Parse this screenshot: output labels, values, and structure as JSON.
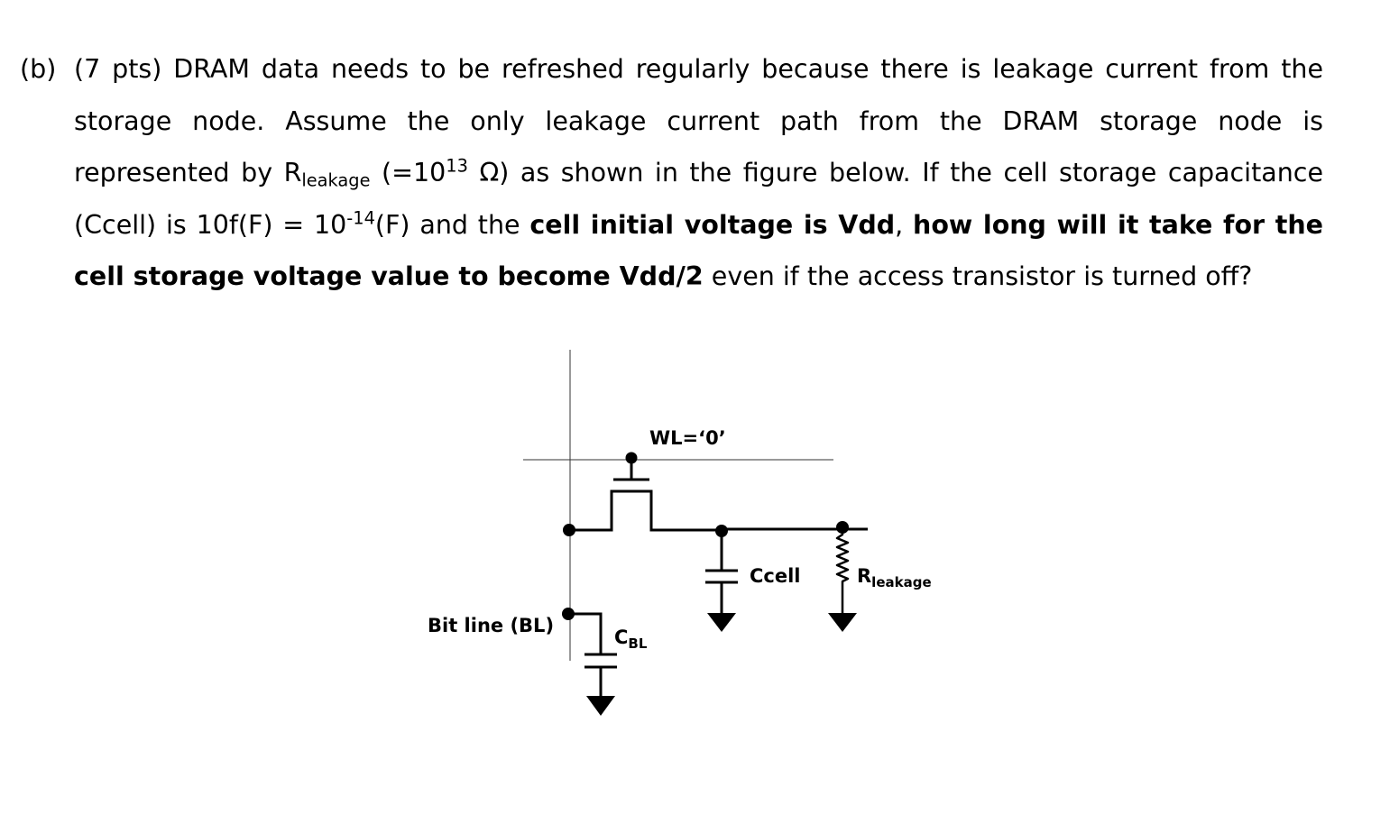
{
  "problem": {
    "label": "(b)",
    "points": "(7 pts)",
    "text_1": "DRAM data needs to be refreshed regularly because there is leakage current from the storage node. Assume the only leakage current path from the DRAM storage node is represented by R",
    "r_sub": "leakage",
    "text_2": " (=10",
    "r_exp": "13",
    "text_3": " Ω) as shown in the figure below. If the cell storage capacitance (Ccell) is 10f(F) = 10",
    "c_exp": "-14",
    "text_4": "(F) and the ",
    "bold_1": "cell initial voltage is Vdd",
    "text_5": ", ",
    "bold_2": "how long will it take for the cell storage voltage value to become Vdd/2",
    "text_6": " even if the access transistor is turned off?"
  },
  "figure": {
    "wordline_label": "WL=‘0’",
    "ccell_label": "Ccell",
    "rleakage_label_main": "R",
    "rleakage_label_sub": "leakage",
    "bitline_label": "Bit line (BL)",
    "cbl_label_main": "C",
    "cbl_label_sub": "BL"
  }
}
